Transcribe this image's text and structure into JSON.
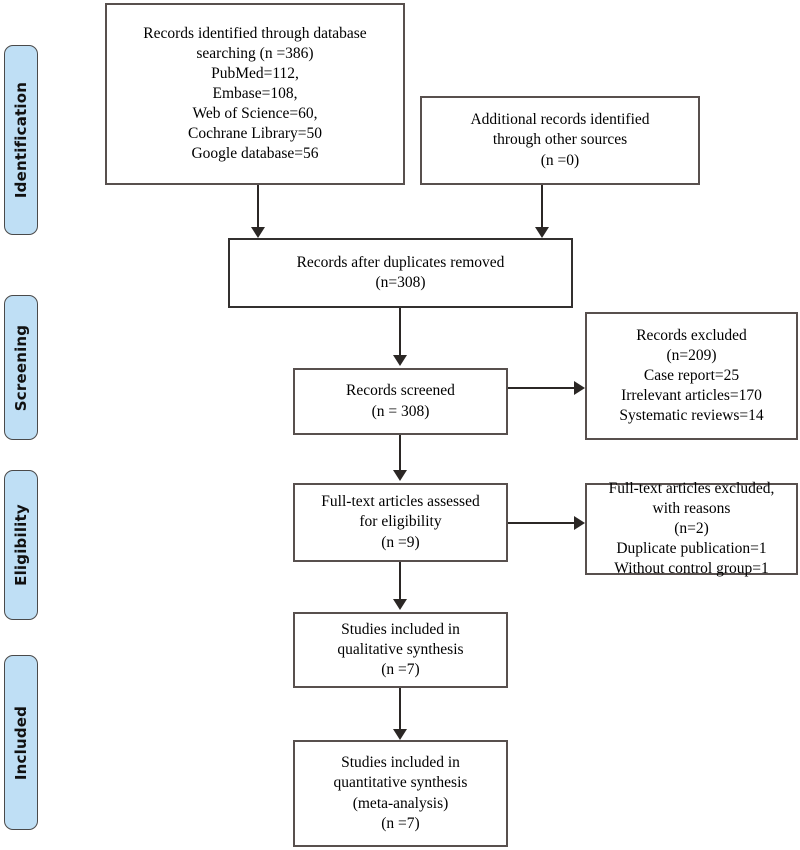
{
  "diagram": {
    "title": "PRISMA study selection flow diagram",
    "accent_color": "#bfdff5",
    "border_color": "#58504e",
    "connector_color": "#2b2725"
  },
  "stages": [
    {
      "id": "identification",
      "label": "Identification"
    },
    {
      "id": "screening",
      "label": "Screening"
    },
    {
      "id": "eligibility",
      "label": "Eligibility"
    },
    {
      "id": "included",
      "label": "Included"
    }
  ],
  "boxes": {
    "database_search": {
      "text": "Records identified through database\nsearching (n =386)\nPubMed=112,\nEmbase=108,\nWeb of Science=60,\nCochrane Library=50\nGoogle database=56"
    },
    "other_sources": {
      "text": "Additional records identified\nthrough other sources\n(n =0)"
    },
    "duplicates_removed": {
      "text": "Records after duplicates removed\n(n=308)"
    },
    "records_screened": {
      "text": "Records screened\n(n = 308)"
    },
    "records_excluded": {
      "text": "Records excluded\n(n=209)\nCase report=25\nIrrelevant articles=170\nSystematic reviews=14"
    },
    "fulltext_assessed": {
      "text": "Full-text articles assessed\nfor eligibility\n(n =9)"
    },
    "fulltext_excluded": {
      "text": "Full-text articles excluded,\nwith reasons\n(n=2)\nDuplicate publication=1\nWithout control group=1"
    },
    "qualitative_synthesis": {
      "text": "Studies included in\nqualitative synthesis\n(n =7)"
    },
    "quantitative_synthesis": {
      "text": "Studies included in\nquantitative synthesis\n(meta-analysis)\n(n =7)"
    }
  },
  "counts": {
    "identified_total": 386,
    "pubmed": 112,
    "embase": 108,
    "web_of_science": 60,
    "cochrane_library": 50,
    "google_database": 56,
    "other_sources": 0,
    "after_duplicates": 308,
    "screened": 308,
    "excluded_screening": 209,
    "case_report": 25,
    "irrelevant_articles": 170,
    "systematic_reviews": 14,
    "fulltext_assessed": 9,
    "fulltext_excluded": 2,
    "duplicate_publication": 1,
    "without_control_group": 1,
    "qualitative": 7,
    "quantitative": 7
  }
}
